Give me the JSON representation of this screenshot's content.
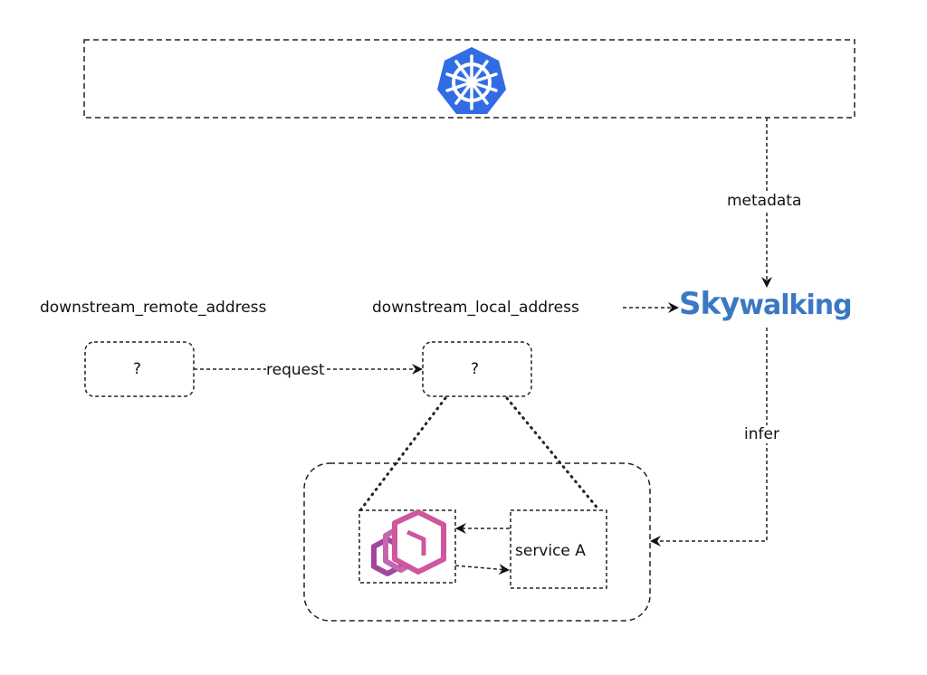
{
  "diagram": {
    "top_box": {
      "icon": "kubernetes-icon"
    },
    "labels": {
      "metadata": "metadata",
      "infer": "infer",
      "remote_address": "downstream_remote_address",
      "local_address": "downstream_local_address",
      "request": "request",
      "remote_node": "?",
      "local_node": "?",
      "service": "service A"
    },
    "skywalking": {
      "part1": "Sky",
      "part2": "walking"
    },
    "colors": {
      "k8s_blue": "#326ce5",
      "skywalking_blue": "#3b78c3",
      "envoy_pink": "#d0569e",
      "envoy_purple": "#a2479f"
    }
  }
}
